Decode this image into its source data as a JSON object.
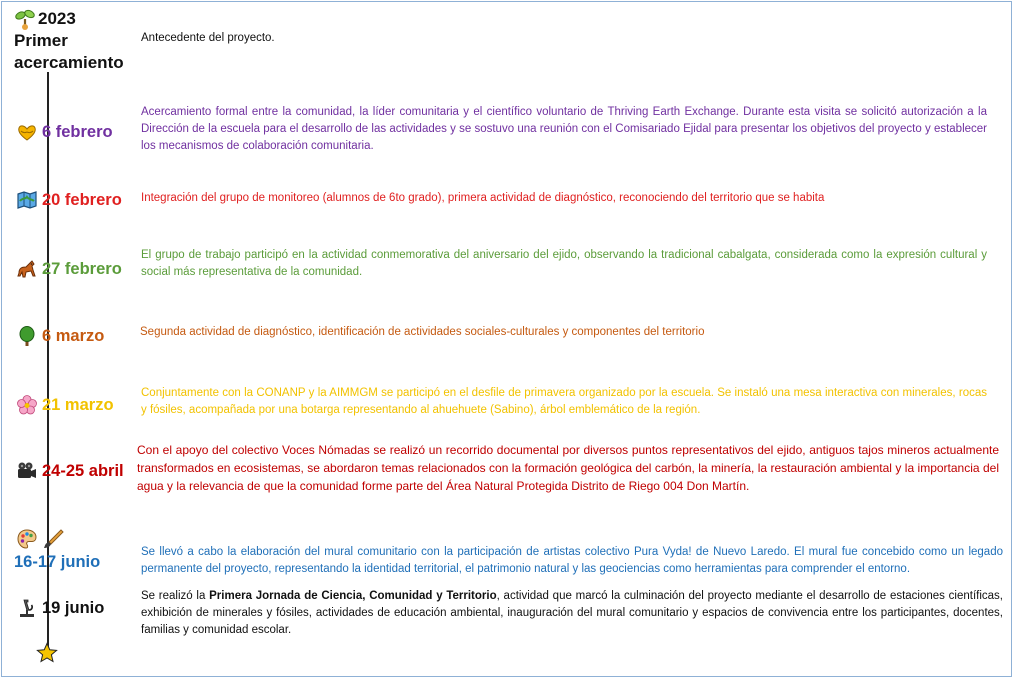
{
  "header": {
    "year": "2023",
    "title_line1": "Primer",
    "title_line2": "acercamiento",
    "description": "Antecedente del proyecto."
  },
  "colors": {
    "purple": "#7030a0",
    "red": "#e02020",
    "green": "#5b9c3a",
    "orange": "#c55a11",
    "yellow": "#f2c200",
    "darkred": "#c00000",
    "blue": "#1f6fb8",
    "black": "#111111"
  },
  "events": [
    {
      "date": "6 febrero",
      "icon": "heart-hands-icon",
      "text": "Acercamiento formal entre la comunidad, la líder comunitaria y el científico voluntario de Thriving Earth Exchange. Durante esta visita se solicitó autorización a la Dirección de la escuela para el desarrollo de las actividades y se sostuvo una reunión con el Comisariado Ejidal para presentar los objetivos del proyecto y establecer los mecanismos de colaboración comunitaria."
    },
    {
      "date": "20 febrero",
      "icon": "map-icon",
      "text": "Integración del grupo de monitoreo (alumnos de 6to grado), primera actividad de diagnóstico, reconociendo del territorio que se habita"
    },
    {
      "date": "27 febrero",
      "icon": "horse-icon",
      "text": "El grupo de trabajo participó en la actividad conmemorativa del aniversario del ejido, observando la tradicional cabalgata, considerada como la expresión cultural y social más representativa de la comunidad."
    },
    {
      "date": "6 marzo",
      "icon": "tree-icon",
      "text": "Segunda actividad de diagnóstico, identificación de actividades sociales-culturales y componentes del territorio"
    },
    {
      "date": "21 marzo",
      "icon": "flower-icon",
      "text": "Conjuntamente con la CONANP y la AIMMGM se participó en el desfile de primavera organizado por la escuela. Se instaló una mesa interactiva con minerales, rocas y fósiles, acompañada por una botarga representando al ahuehuete (Sabino), árbol emblemático de la región."
    },
    {
      "date": "24-25 abril",
      "icon": "movie-camera-icon",
      "text": "Con el apoyo del colectivo Voces Nómadas se realizó un recorrido documental por diversos puntos representativos del ejido, antiguos tajos mineros actualmente transformados en ecosistemas, se abordaron temas relacionados con la formación geológica del carbón, la minería, la restauración ambiental y la importancia del agua  y la relevancia de que la comunidad forme parte del Área Natural Protegida Distrito de Riego 004 Don Martín."
    },
    {
      "date": "16-17 junio",
      "icon": "palette-brush-icon",
      "text": "Se llevó a cabo la elaboración del mural comunitario con la participación de artistas colectivo Pura Vyda! de Nuevo Laredo. El mural fue concebido como un legado permanente del proyecto, representando la identidad territorial, el patrimonio natural y las geociencias como herramientas para comprender el entorno."
    },
    {
      "date": "19 junio",
      "icon": "microscope-icon",
      "text_pre": "Se realizó la ",
      "text_bold": "Primera Jornada de Ciencia, Comunidad y Territorio",
      "text_post": ", actividad que marcó la culminación del proyecto mediante el desarrollo de estaciones científicas, exhibición de minerales y fósiles, actividades de educación ambiental, inauguración del mural comunitario y espacios de convivencia entre los participantes, docentes, familias y comunidad escolar."
    }
  ],
  "end_icon": "star-icon"
}
